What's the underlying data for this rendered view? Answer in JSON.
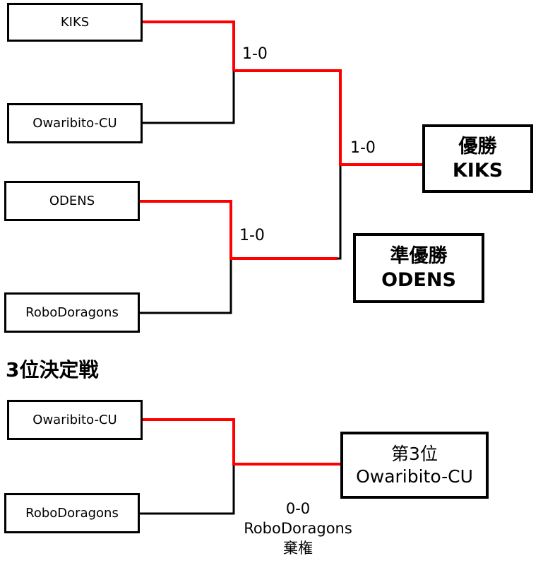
{
  "main_bracket": {
    "teams": [
      "KIKS",
      "Owaribito-CU",
      "ODENS",
      "RoboDoragons"
    ],
    "semifinal_scores": [
      "1-0",
      "1-0"
    ],
    "final_score": "1-0",
    "champion": {
      "label": "優勝",
      "team": "KIKS"
    },
    "runner_up": {
      "label": "準優勝",
      "team": "ODENS"
    }
  },
  "third_place": {
    "heading": "3位決定戦",
    "teams": [
      "Owaribito-CU",
      "RoboDoragons"
    ],
    "score": "0-0",
    "note_team": "RoboDoragons",
    "note_label": "棄権",
    "result": {
      "label": "第3位",
      "team": "Owaribito-CU"
    }
  },
  "colors": {
    "winner_line": "#ff0000",
    "line": "#000000",
    "box_border": "#000000"
  }
}
